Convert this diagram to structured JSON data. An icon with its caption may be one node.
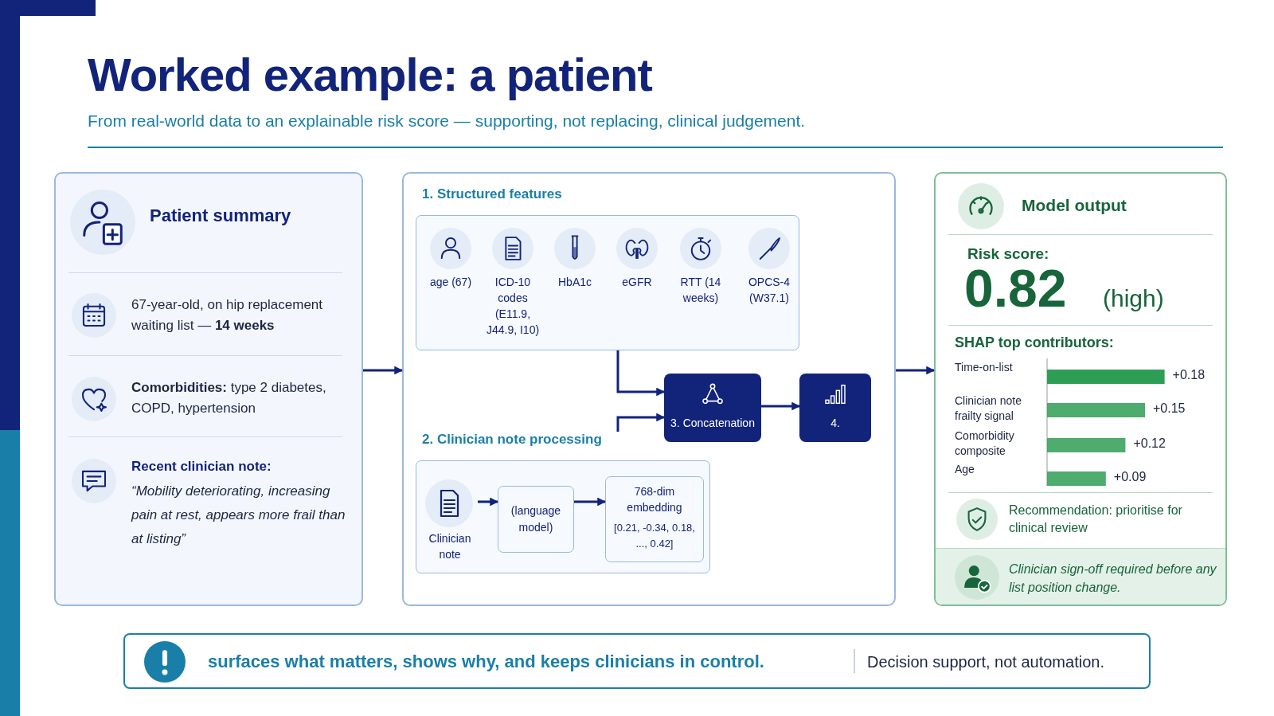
{
  "diagram": {
    "title": "Worked example: a patient",
    "nodes": [
      {
        "text": [
          "Patient summary",
          "67-year-old, on hip replacement waiting list — **14 weeks**",
          "**Comorbidities:** type 2 diabetes, COPD, hypertension",
          "Recent clinician note:",
          "“Mobility deteriorating, increasing pain at rest, appears more frail than at listing”"
        ]
      },
      {
        "text": [],
        "shape": "box"
      },
      {
        "text": [
          "1. Structured features"
        ],
        "in": 1
      },
      {
        "text": [
          "2. Clinician note processing"
        ],
        "in": 1
      },
      {
        "text": [
          "Clinician note"
        ],
        "in": 3
      },
      {
        "text": [
          "(language model)"
        ],
        "in": 3
      },
      {
        "text": [
          "768-dim embedding",
          "[0.21, -0.34, 0.18, ..., 0.42]"
        ],
        "in": 3
      },
      {
        "text": [
          "3. Concatenation"
        ],
        "in": 1
      },
      {
        "text": [
          "4."
        ],
        "in": 1
      },
      {
        "text": [
          "Model output",
          "Risk score:",
          "0.82",
          "(high)",
          "Recommendation: prioritise for clinical review"
        ]
      },
      {
        "text": [
          "Clinician sign-off required before any list position change."
        ],
        "in": 9
      },
      {
        "text": [
          "surfaces what matters, shows why, and keeps clinicians in control.",
          "Decision support, not automation."
        ]
      }
    ],
    "edges": [
      {
        "from": 0,
        "to": 1,
        "arrow": "to"
      },
      {
        "from": 1,
        "to": 9,
        "arrow": "to"
      },
      {
        "from": 2,
        "to": 7,
        "arrow": "to"
      },
      {
        "from": 3,
        "to": 7,
        "arrow": "to"
      },
      {
        "from": 7,
        "to": 8,
        "arrow": "to"
      },
      {
        "from": 4,
        "to": 5,
        "arrow": "to"
      },
      {
        "from": 5,
        "to": 6,
        "arrow": "to"
      }
    ],
    "labels": [
      "From real-world data to an explainable risk score — supporting, not replacing, clinical judgement.",
      "age (67)",
      "ICD-10 codes (E11.9, J44.9, I10)",
      "HbA1c",
      "eGFR",
      "RTT (14 weeks)",
      "OPCS-4 (W37.1)"
    ],
    "chart_data": {
      "type": "bar",
      "title": "SHAP top contributors:",
      "orientation": "horizontal",
      "categories": [
        "Time-on-list",
        "Clinician note frailty signal",
        "Comorbidity composite",
        "Age"
      ],
      "series": [
        {
          "color": "#2e9e55",
          "values": [
            0.18,
            0.15,
            0.12,
            0.09
          ],
          "value_labels": [
            "+0.18",
            "+0.15",
            "+0.12",
            "+0.09"
          ]
        }
      ],
      "data_labels": true
    }
  }
}
